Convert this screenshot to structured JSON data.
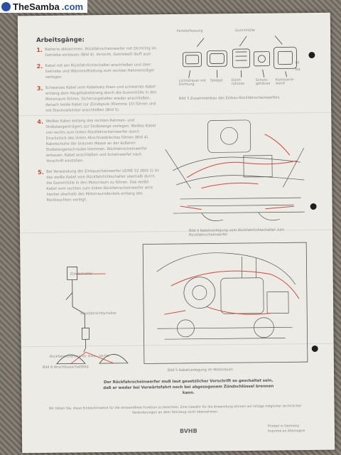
{
  "watermark": {
    "name": "TheSamba",
    "tld": ".com"
  },
  "doc": {
    "heading": "Arbeitsgänge:",
    "steps": [
      {
        "num": "1.",
        "text": "Batterie abklemmen. Rückfahrscheinwerfer mit Dichtring im Getriebe einbauen (Bild 4). Vorsicht, Getriebeöl läuft aus!"
      },
      {
        "num": "2.",
        "text": "Kabel mit am Rückfahrlichtschalter anschließen und über Getriebe und Wärmeluftleitung zum rechten Rahmenträger verlegen."
      },
      {
        "num": "3.",
        "text": "Schwarzes Kabel vom Kabelsatz lösen und schwarzes Kabel entlang dem Hauptkabelstrang durch die Gummitülle in den Motorraum führen. Sicherungshalter wieder anschließen, danach beide Kabel zur Zündspule (Klemme 15) führen und mit Steckverbinder anschließen (Bild 5)."
      },
      {
        "num": "4.",
        "text": "Weißes Kabel entlang des rechten Rahmen- und Stoßstangenträgers zur Stoßstange verlegen. Weißes Kabel von rechts zum linken Rückfahrscheinwerfer durch Druckstück des linken Abschlussbleches führen (Bild 4). Kabelschuhe der braunen Masse an der äußeren Stoßstangenschraube klemmen. Rückfahrscheinwerfer anbauen, Kabel anschließen und Scheinwerfer nach Vorschrift einstellen."
      },
      {
        "num": "5.",
        "text": "Bei Verwendung der Einbauscheinwerfer LE/NE 52 (Bild 1) ist das weiße Kabel vom Rückfahrlichtschalter oberhalb durch die Gummitülle in den Motorraum zu führen. Das weiße Kabel vom rechten zum linken Rückfahrscheinwerfer wird hierbei oberhalb des Motorraumdeckels entlang des Rückleuchten verlegt."
      }
    ],
    "fig3": {
      "labels": [
        "Fensterfassung",
        "Gummitülle",
        "Ld",
        "M4",
        "Lichtstreuer mit Dichtung",
        "Spiegel",
        "Dicht-rahmen",
        "Schutz-gehäuse",
        "Karosserie-wand"
      ],
      "caption": "Bild 3 Zusammenbau des Einbau-Rückfahrscheinwerfers"
    },
    "fig4": {
      "caption": "Bild 4 Kabelverlegung vom Rückfahrlichtschalter zum Rückfahrscheinwerfer"
    },
    "fig6": {
      "labels": [
        "Zündschalter",
        "Rückfahrlichtschalter",
        "Rückfahrscheinwerfer links · rechts"
      ],
      "caption": "Bild 6 Anschlussschaltbild"
    },
    "fig5": {
      "caption": "Bild 5 Kabelverlegung im Motorraum"
    },
    "warning": "Der Rückfahrscheinwerfer muß laut gesetzlicher Vorschrift so geschaltet sein, daß er weder bei Vorwärtsfahrt noch bei abgezogenem Zündschlüssel brennen kann.",
    "footer": "Wir bitten Sie, diese Einbauhinweise für die einwandfreie Funktion zu beachten. Eine Gewähr für die Anwendung können wir infolge möglicher technischer Veränderungen an dem Fahrzeug nicht übernehmen.",
    "publisher": "BVHB",
    "imprint": [
      "Printed in Germany",
      "Imprimé en Allemagne"
    ]
  }
}
